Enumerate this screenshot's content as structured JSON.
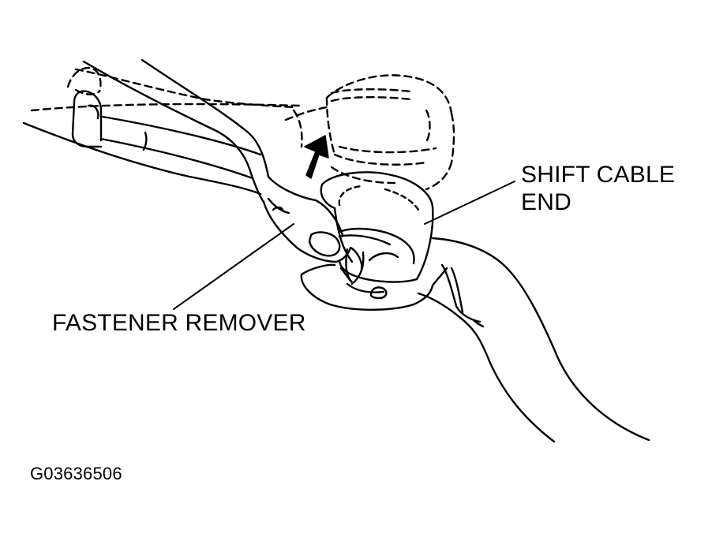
{
  "labels": {
    "shift_cable_end_line1": "SHIFT CABLE",
    "shift_cable_end_line2": "END",
    "fastener_remover": "FASTENER REMOVER",
    "figure_id": "G03636506"
  }
}
